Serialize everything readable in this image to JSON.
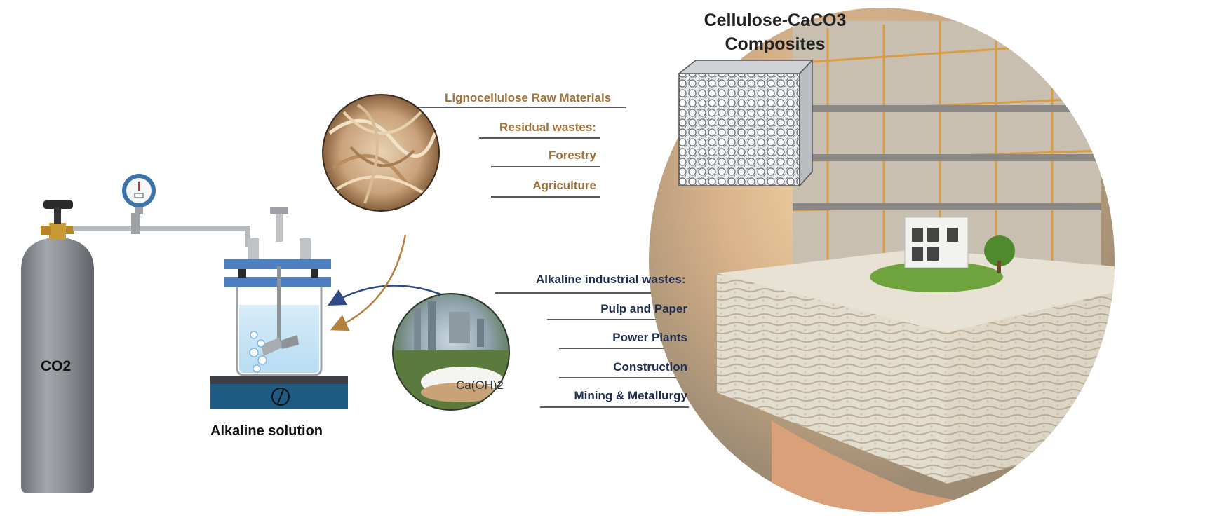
{
  "cylinder": {
    "label": "CO2"
  },
  "reactor": {
    "label": "Alkaline solution"
  },
  "lignocellulose": {
    "title": "Lignocellulose Raw Materials",
    "items": [
      "Residual wastes:",
      "Forestry",
      "Agriculture"
    ]
  },
  "alkaline": {
    "title": "Alkaline industrial wastes:",
    "items": [
      "Pulp and Paper",
      "Power Plants",
      "Construction",
      "Mining & Metallurgy"
    ],
    "inset_label": "Ca(OH)2"
  },
  "product": {
    "title_line1": "Cellulose-CaCO3",
    "title_line2": "Composites"
  },
  "colors": {
    "brown_text": "#a0713a",
    "navy_text": "#1f2d4f",
    "cylinder_gray": "#8e9296",
    "reactor_blue": "#4f7fc1",
    "stirplate_blue": "#1f5b82"
  }
}
